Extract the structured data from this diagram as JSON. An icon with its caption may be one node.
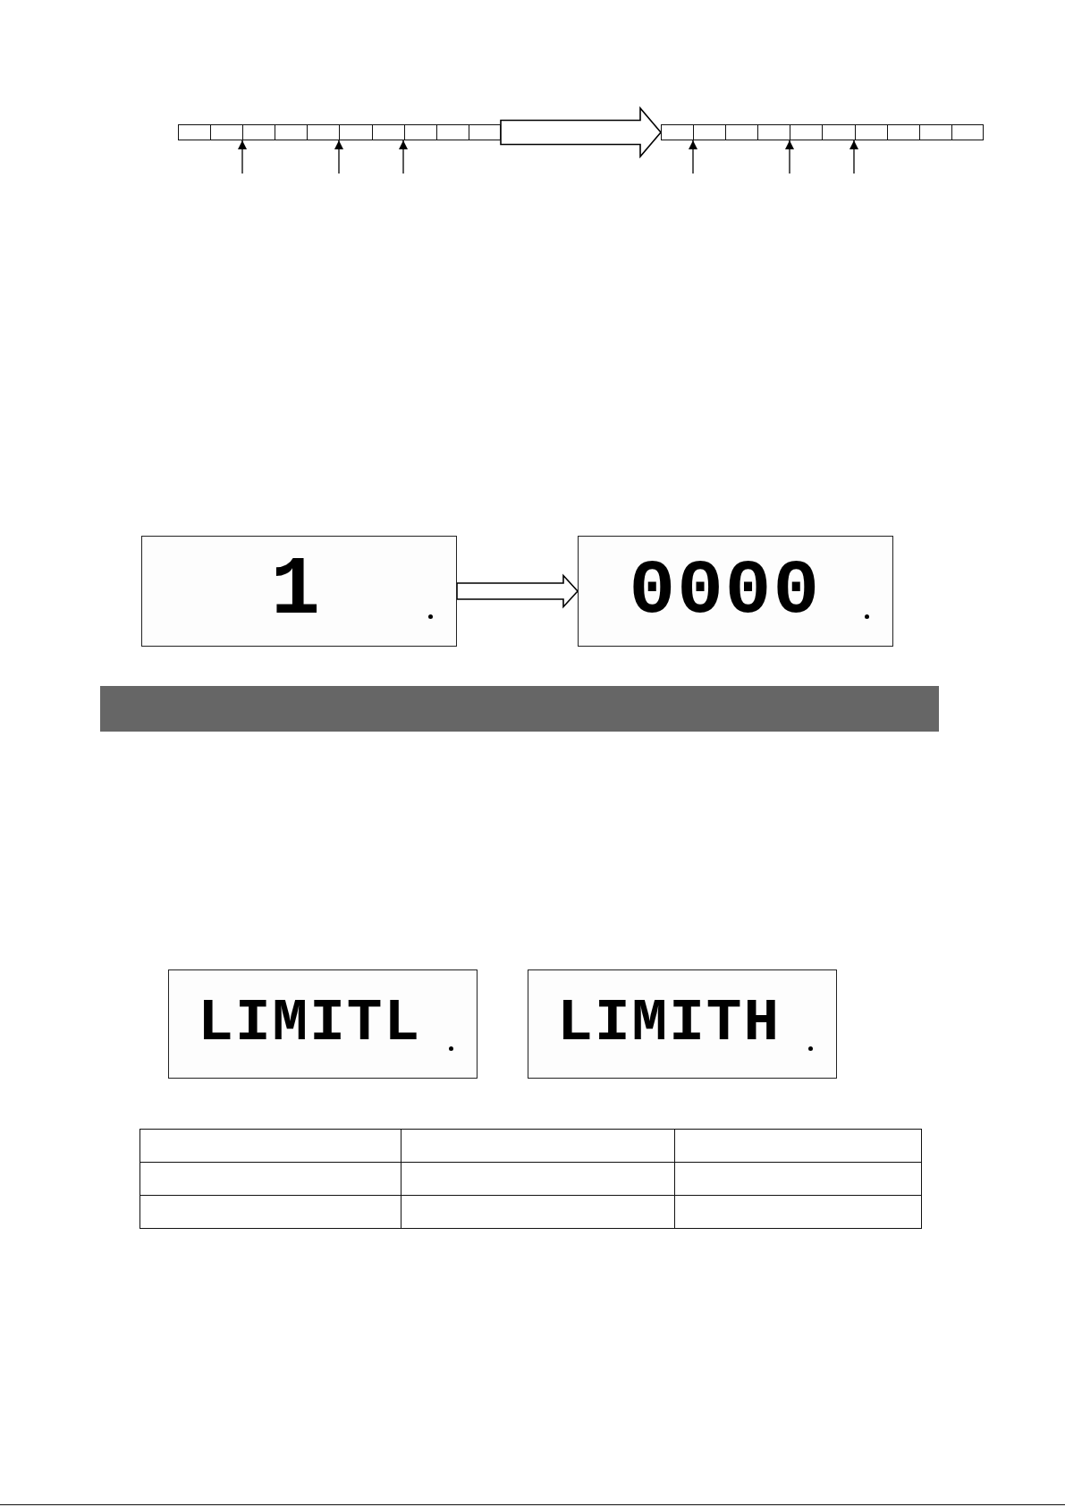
{
  "diagram": {
    "nodes": [
      {
        "text": [],
        "shape": "bar"
      },
      {
        "text": [],
        "shape": "bar"
      },
      {
        "text": [
          "1"
        ]
      },
      {
        "text": [
          "0000"
        ]
      },
      {
        "text": [
          "LIMITL"
        ]
      },
      {
        "text": [
          "LIMITH"
        ]
      }
    ],
    "edges": [
      {
        "from": 0,
        "to": 1,
        "arrow": "to",
        "style": "thick"
      },
      {
        "from": null,
        "to": 0,
        "arrow": "to"
      },
      {
        "from": null,
        "to": 0,
        "arrow": "to"
      },
      {
        "from": null,
        "to": 0,
        "arrow": "to"
      },
      {
        "from": null,
        "to": 1,
        "arrow": "to"
      },
      {
        "from": null,
        "to": 1,
        "arrow": "to"
      },
      {
        "from": null,
        "to": 1,
        "arrow": "to"
      },
      {
        "from": 2,
        "to": 3,
        "arrow": "to",
        "style": "thick"
      }
    ]
  }
}
